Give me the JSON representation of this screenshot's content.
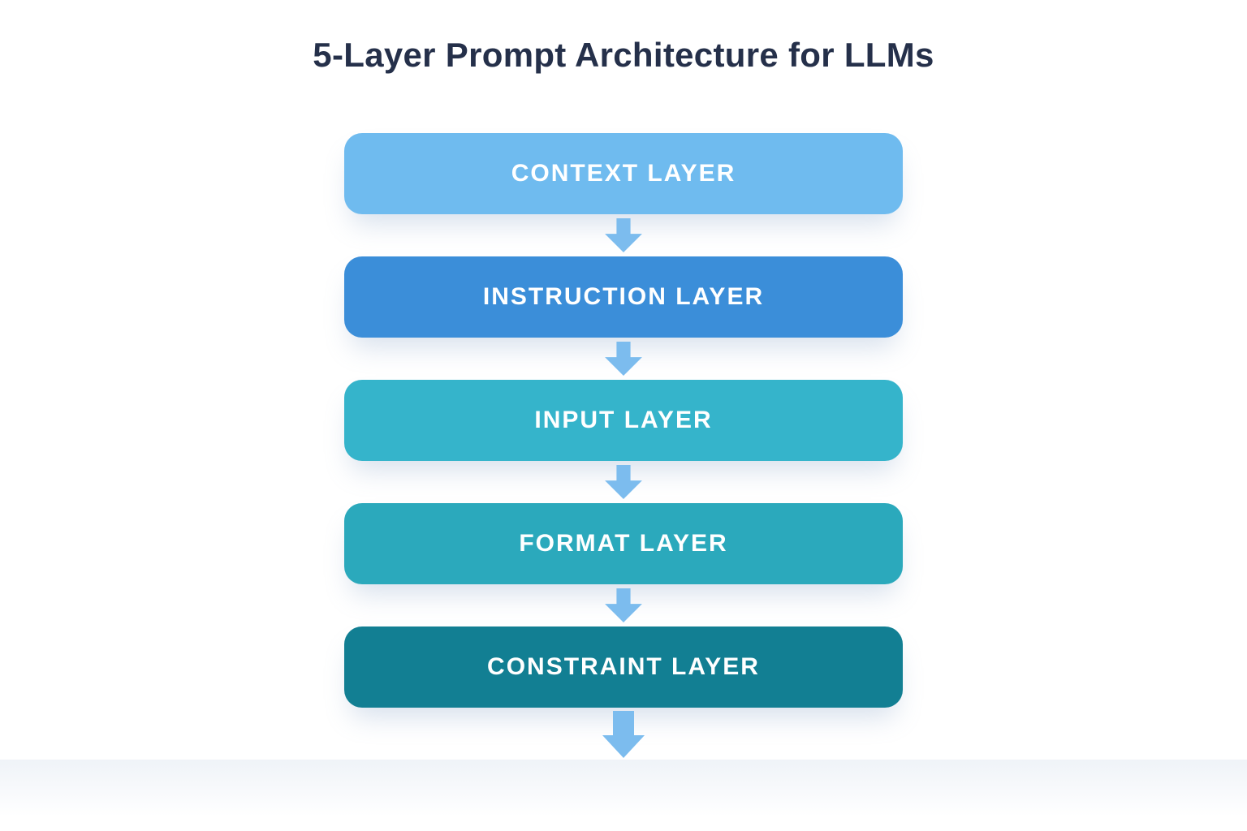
{
  "title": "5-Layer Prompt Architecture for LLMs",
  "colors": {
    "background": "#ffffff",
    "title_text": "#25304a",
    "arrow": "#7cbcee",
    "layer_label_text": "#ffffff"
  },
  "layers": [
    {
      "label": "CONTEXT LAYER",
      "color": "#6fbbef"
    },
    {
      "label": "INSTRUCTION LAYER",
      "color": "#3b8ed9"
    },
    {
      "label": "INPUT LAYER",
      "color": "#35b4cb"
    },
    {
      "label": "FORMAT LAYER",
      "color": "#2ba9bc"
    },
    {
      "label": "CONSTRAINT LAYER",
      "color": "#127f93"
    }
  ]
}
